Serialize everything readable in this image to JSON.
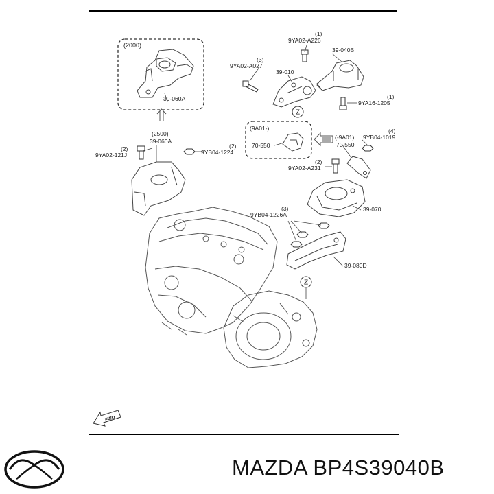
{
  "diagram": {
    "labels": {
      "group_2000": "(2000)",
      "p_39060A_top": "39-060A",
      "group_2500": "(2500)",
      "p_39060A_mid": "39-060A",
      "p_9YA02_121J_num": "(2)",
      "p_9YA02_121J": "9YA02-121J",
      "p_9YB04_1224_num": "(2)",
      "p_9YB04_1224": "9YB04-1224",
      "p_9YA02_A226_num": "(1)",
      "p_9YA02_A226": "9YA02-A226",
      "p_39040B": "39-040B",
      "p_9YA02_A027_num": "(3)",
      "p_9YA02_A027": "9YA02-A027",
      "p_39010": "39-010",
      "p_9YA16_1205_num": "(1)",
      "p_9YA16_1205": "9YA16-1205",
      "group_9A01": "(9A01-)",
      "p_70550_left": "70-550",
      "group_9A01_right": "(-9A01)",
      "p_70550_right": "70-550",
      "p_9YB04_1019_num": "(4)",
      "p_9YB04_1019": "9YB04-1019",
      "p_9YA02_A231_num": "(2)",
      "p_9YA02_A231": "9YA02-A231",
      "p_39070": "39-070",
      "p_9YB04_1226A_num": "(3)",
      "p_9YB04_1226A": "9YB04-1226A",
      "p_39080D": "39-080D",
      "z_marker_top": "Z",
      "z_marker_bottom": "Z",
      "fwd_label": "FWD"
    }
  },
  "footer": {
    "part_text": "MAZDA BP4S39040B"
  }
}
